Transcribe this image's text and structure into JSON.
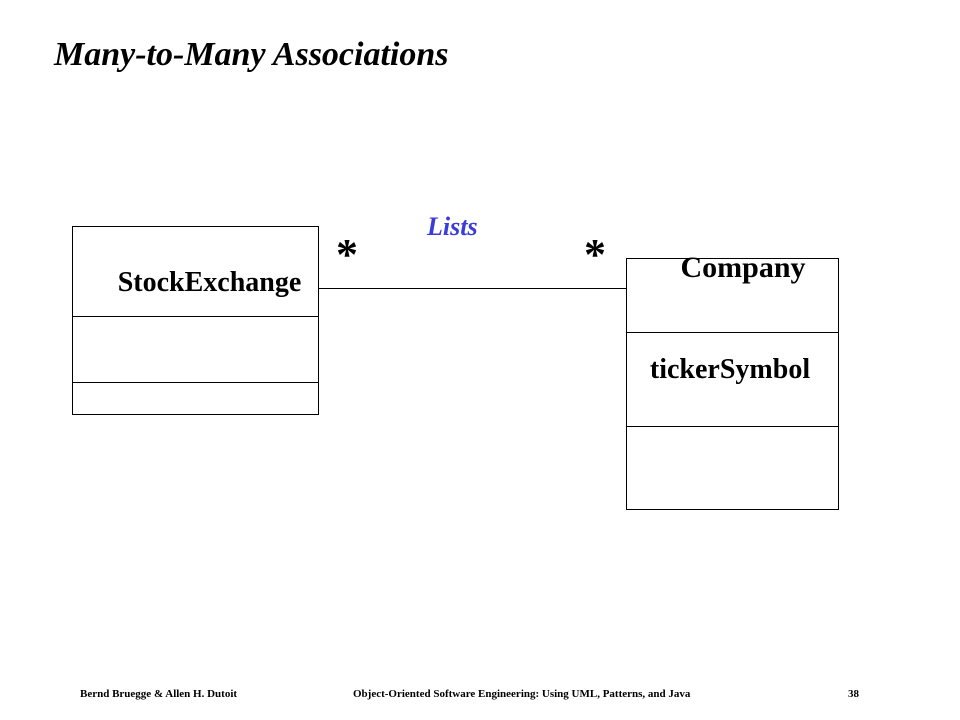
{
  "slide": {
    "title": "Many-to-Many Associations"
  },
  "diagram": {
    "association": {
      "name": "Lists",
      "multiplicity_left": "*",
      "multiplicity_right": "*"
    },
    "classes": [
      {
        "name": "StockExchange",
        "attributes": [],
        "operations": []
      },
      {
        "name": "Company",
        "attributes": [
          "tickerSymbol"
        ],
        "operations": []
      }
    ]
  },
  "footer": {
    "authors": "Bernd Bruegge & Allen H. Dutoit",
    "book": "Object-Oriented Software Engineering: Using UML, Patterns, and Java",
    "page": "38"
  },
  "colors": {
    "association_name": "#3b3bdb",
    "text": "#000000",
    "background": "#ffffff"
  }
}
